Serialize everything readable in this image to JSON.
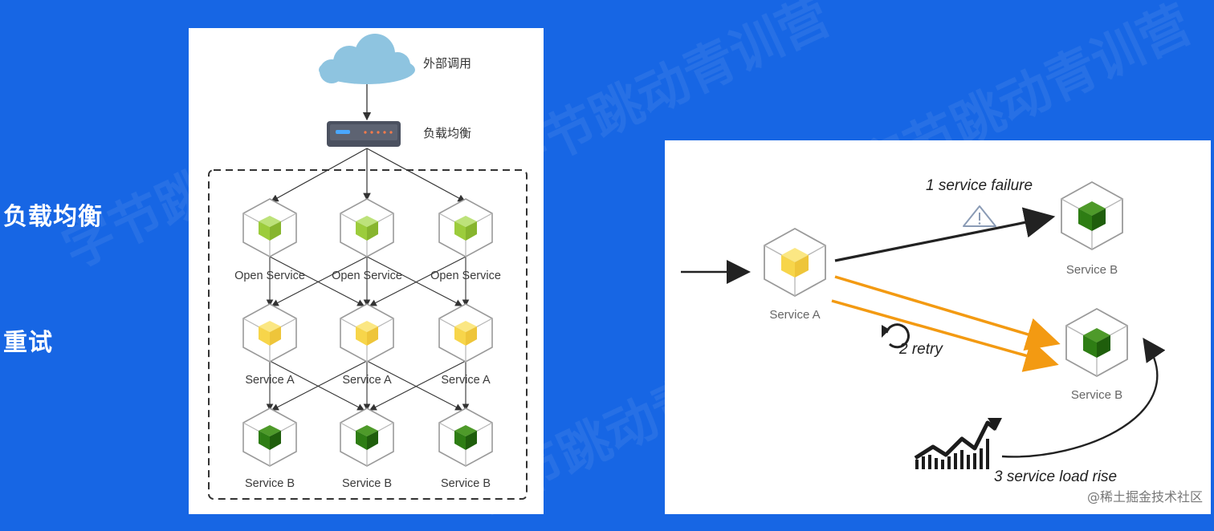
{
  "slide": {
    "labels": [
      "负载均衡",
      "重试"
    ]
  },
  "left_diagram": {
    "external_call": "外部调用",
    "load_balancer": "负载均衡",
    "rows": [
      {
        "labels": [
          "Open Service",
          "Open Service",
          "Open Service"
        ],
        "color": "#9ccc3c"
      },
      {
        "labels": [
          "Service A",
          "Service A",
          "Service A"
        ],
        "color": "#f7d54a"
      },
      {
        "labels": [
          "Service B",
          "Service B",
          "Service B"
        ],
        "color": "#2e7d14"
      }
    ]
  },
  "right_diagram": {
    "service_a": "Service A",
    "service_b_top": "Service B",
    "service_b_bottom": "Service B",
    "step1": "1 service failure",
    "step2": "2 retry",
    "step3": "3 service load rise",
    "retry_color": "#f39a12",
    "arrow_color": "#222222"
  },
  "watermark": "字节跳动青训营",
  "credit": "@稀土掘金技术社区"
}
